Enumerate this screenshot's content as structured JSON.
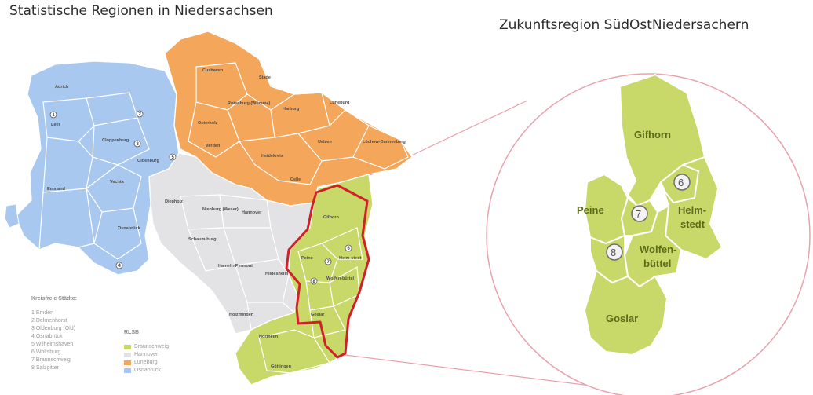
{
  "titles": {
    "left": "Statistische Regionen in Niedersachsen",
    "right": "Zukunftsregion SüdOstNiedersachern"
  },
  "colors": {
    "weser_ems": "#a9c8ef",
    "lueneburg": "#f4a65a",
    "hannover": "#e3e3e6",
    "braunschweig": "#c8d96a",
    "highlight": "#d12027",
    "connector": "#e8a3ad"
  },
  "map_labels": {
    "aurich": "Aurich",
    "leer": "Leer",
    "emsland": "Emsland",
    "cloppenburg": "Cloppenburg",
    "vechta": "Vechta",
    "osnabrueck": "Osnabrück",
    "oldenburg": "Oldenburg",
    "cuxhaven": "Cuxhaven",
    "stade": "Stade",
    "osterholz": "Osterholz",
    "rotenburg": "Rotenburg (Wümme)",
    "verden": "Verden",
    "harburg": "Harburg",
    "heidekreis": "Heidekreis",
    "lueneburg": "Lüneburg",
    "uelzen": "Uelzen",
    "luechow": "Lüchow-Dannenberg",
    "celle": "Celle",
    "diepholz": "Diepholz",
    "nienburg": "Nienburg (Weser)",
    "hannover": "Hannover",
    "schaumburg": "Schaum-burg",
    "hameln": "Hameln-Pyrmont",
    "hildesheim": "Hildesheim",
    "holzminden": "Holzminden",
    "northeim": "Northeim",
    "goettingen": "Göttingen",
    "gifhorn": "Gifhorn",
    "peine": "Peine",
    "helmstedt": "Helm-stedt",
    "wolfenbuettel": "Wolfen-büttel",
    "goslar": "Goslar"
  },
  "map_markers": {
    "m1": "1",
    "m2": "2",
    "m3": "3",
    "m4": "4",
    "m5": "5",
    "m6": "6",
    "m7": "7",
    "m8": "8"
  },
  "zoom": {
    "gifhorn": "Gifhorn",
    "peine": "Peine",
    "helmstedt_1": "Helm-",
    "helmstedt_2": "stedt",
    "wolfenbuettel_1": "Wolfen-",
    "wolfenbuettel_2": "büttel",
    "goslar": "Goslar",
    "marker_6": "6",
    "marker_7": "7",
    "marker_8": "8"
  },
  "legend_cities": {
    "heading": "Kreisfreie Städte:",
    "items": [
      "1 Emden",
      "2 Delmenhorst",
      "3 Oldenburg (Old)",
      "4 Osnabrück",
      "5 Wilhelmshaven",
      "6 Wolfsburg",
      "7 Braunschweig",
      "8 Salzgitter"
    ]
  },
  "legend_regions": {
    "heading": "RLSB",
    "items": [
      {
        "label": "Braunschweig",
        "color": "#c8d96a"
      },
      {
        "label": "Hannover",
        "color": "#e3e3e6"
      },
      {
        "label": "Lüneburg",
        "color": "#f4a65a"
      },
      {
        "label": "Osnabrück",
        "color": "#a9c8ef"
      }
    ]
  }
}
